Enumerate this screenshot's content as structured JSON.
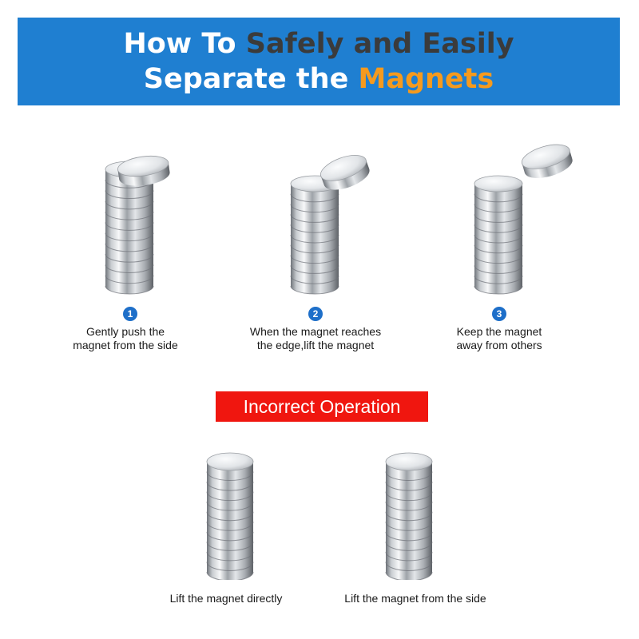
{
  "header": {
    "line1": {
      "w": "How To ",
      "d": "Safely and Easily"
    },
    "line2": {
      "w": "Separate the ",
      "o": "Magnets"
    }
  },
  "steps": [
    {
      "number": "1",
      "line1": "Gently push the",
      "line2": "magnet from the side"
    },
    {
      "number": "2",
      "line1": "When the magnet reaches",
      "line2": "the edge,lift the magnet"
    },
    {
      "number": "3",
      "line1": "Keep the magnet",
      "line2": "away from others"
    }
  ],
  "incorrect": {
    "label": "Incorrect Operation",
    "items": [
      {
        "caption": "Lift the magnet directly"
      },
      {
        "caption": "Lift the magnet from the side"
      }
    ]
  },
  "colors": {
    "banner": "#1f7fd1",
    "accent_orange": "#f59a1e",
    "accent_dark": "#3b3b3b",
    "step_badge": "#1e6fc9",
    "incorrect_bg": "#f0160f"
  }
}
